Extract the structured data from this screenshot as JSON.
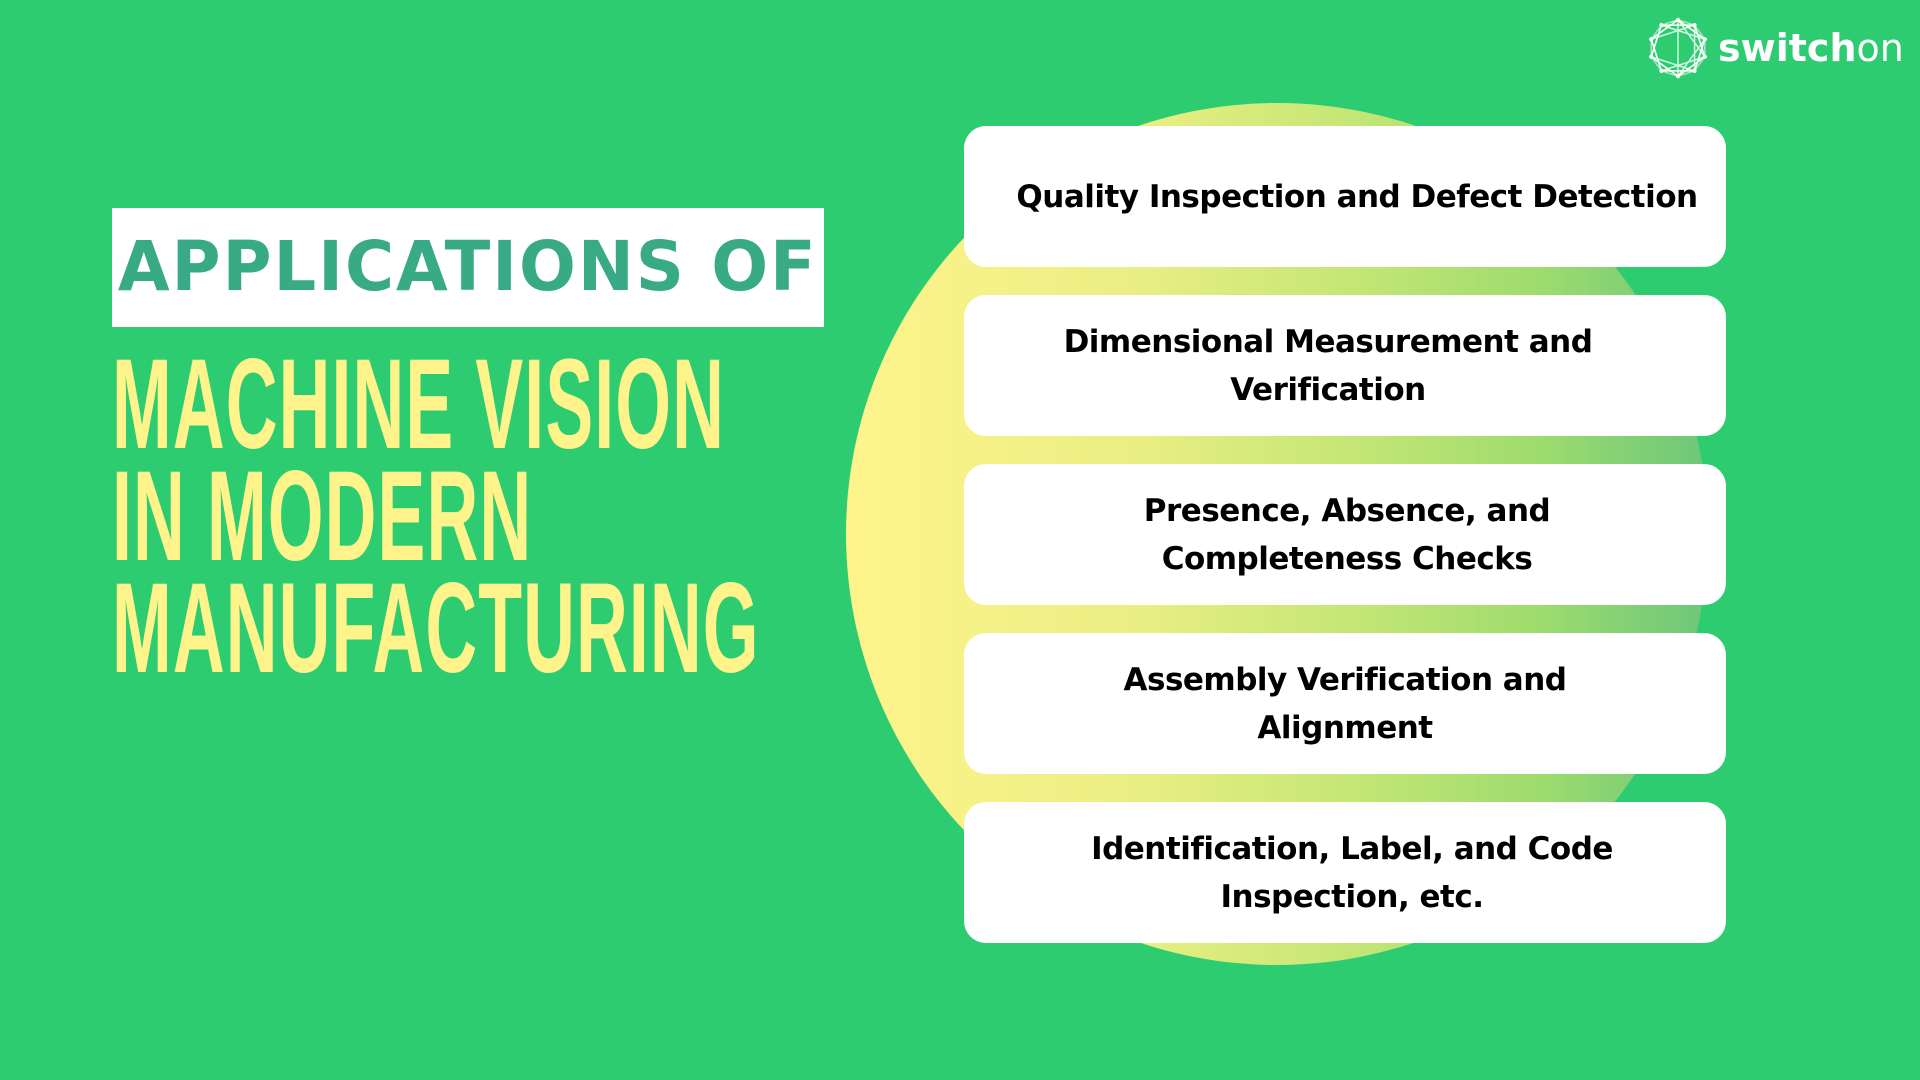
{
  "colors": {
    "background": "#2ECC71",
    "kicker_box": "#FFFFFF",
    "kicker_text": "#38AA86",
    "headline_text": "#FFF48C",
    "circle_gradient_start": "#FFF48C",
    "circle_gradient_end": "#6CC77A",
    "card_background": "#FFFFFF",
    "card_text": "#000000",
    "logo": "#FFFFFF"
  },
  "logo": {
    "icon": "star-polygon-icon",
    "text_bold": "switch",
    "text_light": "on"
  },
  "kicker": {
    "text": "APPLICATIONS OF"
  },
  "headline": {
    "lines": [
      "MACHINE VISION",
      "IN MODERN",
      "MANUFACTURING"
    ]
  },
  "applications": [
    {
      "lines": [
        "Quality Inspection and Defect Detection"
      ]
    },
    {
      "lines": [
        "Dimensional Measurement and",
        "Verification"
      ]
    },
    {
      "lines": [
        "Presence, Absence, and",
        "Completeness Checks"
      ]
    },
    {
      "lines": [
        "Assembly Verification and",
        "Alignment"
      ]
    },
    {
      "lines": [
        "Identification, Label, and Code",
        "Inspection, etc."
      ]
    }
  ]
}
